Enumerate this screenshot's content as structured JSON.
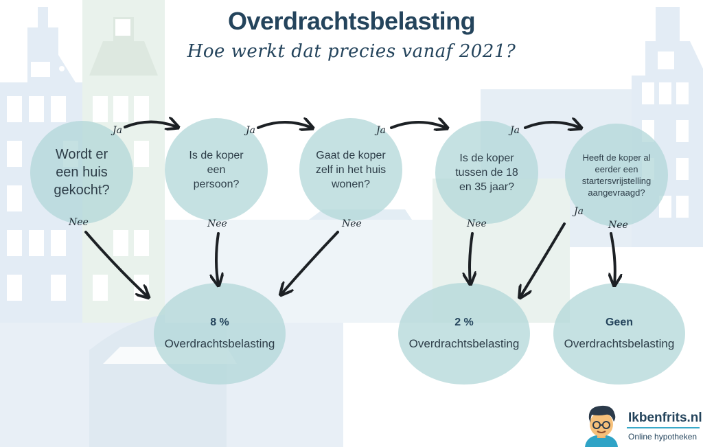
{
  "title": "Overdrachtsbelasting",
  "subtitle": "Hoe werkt dat precies vanaf 2021?",
  "questions": [
    {
      "text": "Wordt er een huis gekocht?"
    },
    {
      "text": "Is de koper een persoon?"
    },
    {
      "text": "Gaat de koper zelf in het huis wonen?"
    },
    {
      "text": "Is de koper tussen de 18 en 35 jaar?"
    },
    {
      "text": "Heeft de koper al eerder een startersvrijstelling aangevraagd?"
    }
  ],
  "results": [
    {
      "value": "8 %",
      "label": "Overdrachtsbelasting"
    },
    {
      "value": "2 %",
      "label": "Overdrachtsbelasting"
    },
    {
      "value": "Geen",
      "label": "Overdrachtsbelasting"
    }
  ],
  "edge_labels": {
    "yes": "Ja",
    "no": "Nee"
  },
  "brand": {
    "name": "Ikbenfrits.nl",
    "tagline": "Online hypotheken"
  },
  "colors": {
    "node_fill": "#b2d7d8",
    "title": "#24445c",
    "arrow": "#1c2024",
    "background_buildings": "#e6eef5"
  }
}
